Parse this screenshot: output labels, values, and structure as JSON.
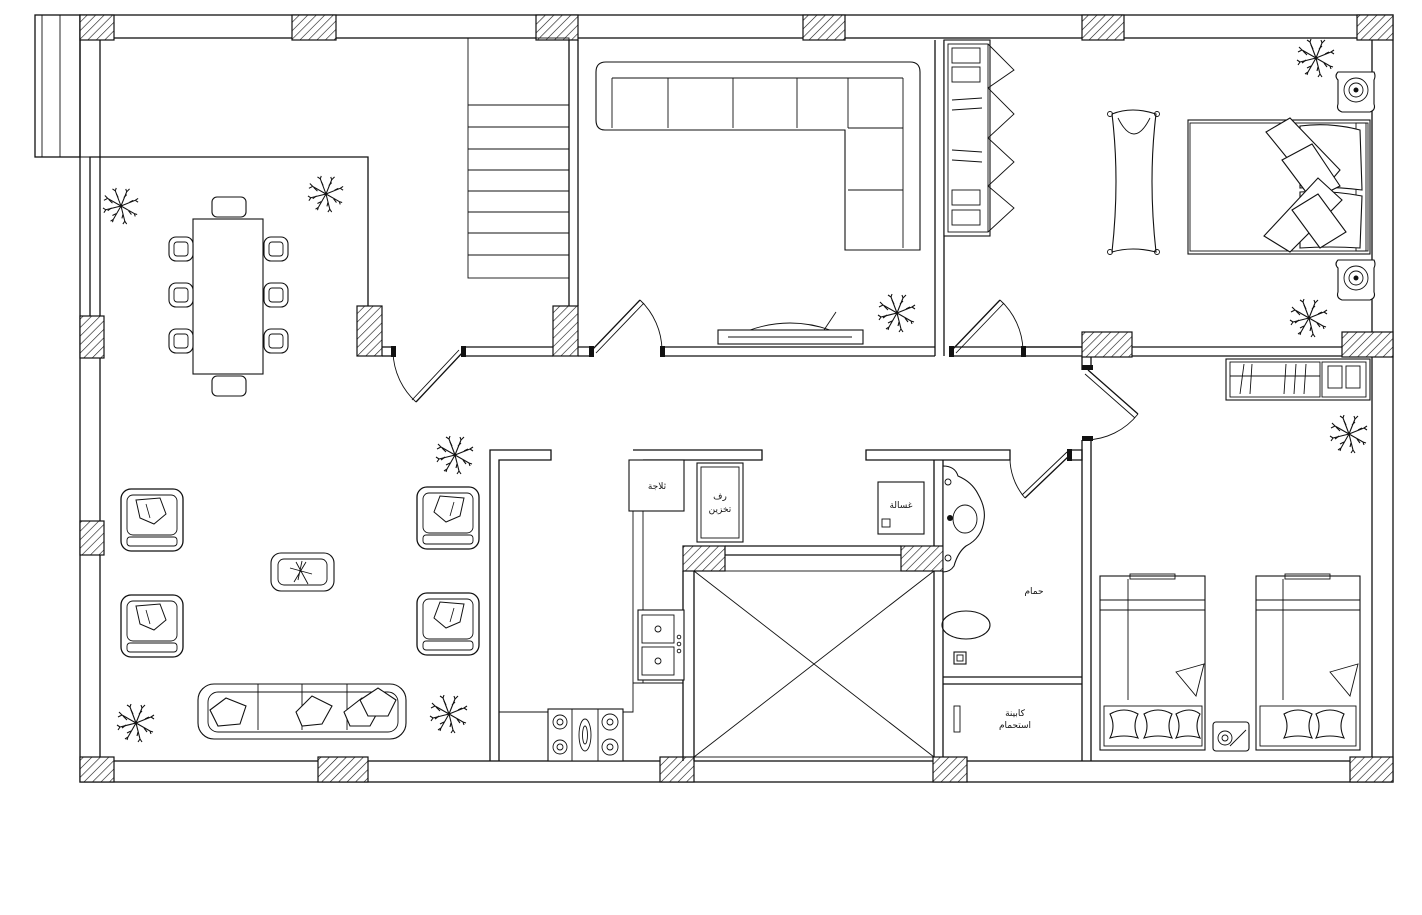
{
  "colors": {
    "line": "#111111",
    "background": "#ffffff"
  },
  "labels": {
    "fridge": "ثلاجة",
    "storage_shelf_line1": "رف",
    "storage_shelf_line2": "تخزين",
    "washer": "غسالة",
    "bathroom": "حمام",
    "shower_line1": "كابينة",
    "shower_line2": "استحمام"
  },
  "icons": [
    "plant-icon",
    "door-swing-icon",
    "chair-icon",
    "pillow-icon",
    "stove-burner-icon",
    "sink-icon"
  ]
}
